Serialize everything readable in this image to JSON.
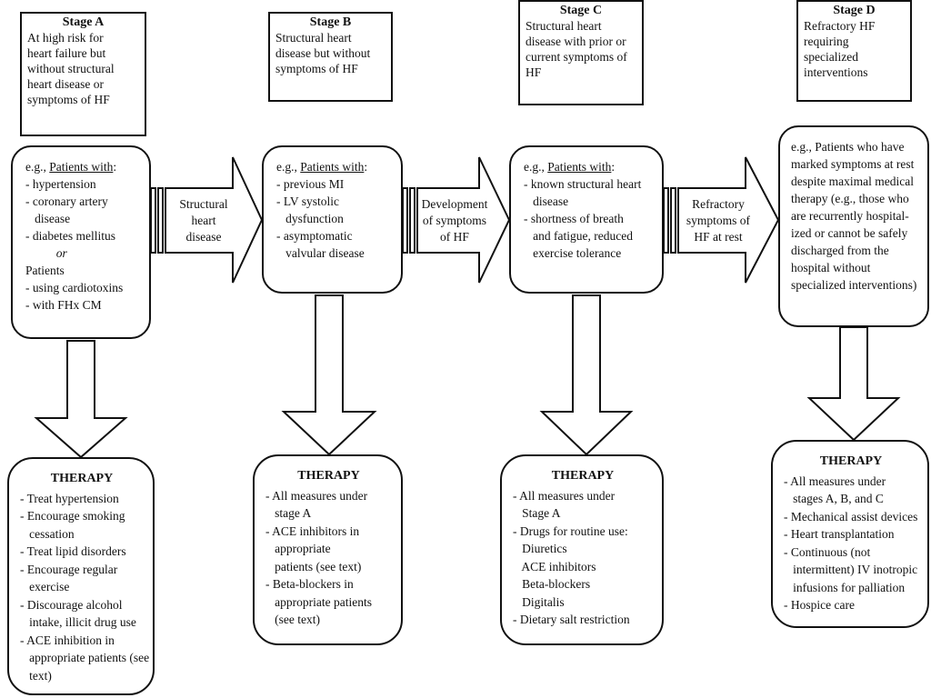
{
  "stages": [
    {
      "title": "Stage A",
      "desc": [
        "At high risk for",
        "heart failure but",
        "without structural",
        "heart disease or",
        "symptoms of HF"
      ],
      "patients": {
        "intro": "e.g., ",
        "underline": "Patients with",
        "suffix": ":",
        "items": [
          "- hypertension",
          "- coronary artery",
          "   disease",
          "- diabetes mellitus",
          "          or",
          "Patients",
          "- using cardiotoxins",
          "- with FHx CM"
        ]
      },
      "therapy": {
        "title": "THERAPY",
        "items": [
          "- Treat hypertension",
          "- Encourage smoking",
          "   cessation",
          "- Treat lipid disorders",
          "- Encourage regular",
          "   exercise",
          "- Discourage alcohol",
          "   intake, illicit drug use",
          "- ACE inhibition in",
          "   appropriate patients (see",
          "   text)"
        ]
      }
    },
    {
      "title": "Stage B",
      "desc": [
        "Structural heart",
        "disease but without",
        "symptoms of HF"
      ],
      "patients": {
        "intro": "e.g., ",
        "underline": "Patients with",
        "suffix": ":",
        "items": [
          "- previous MI",
          "- LV systolic",
          "   dysfunction",
          "- asymptomatic",
          "   valvular disease"
        ]
      },
      "therapy": {
        "title": "THERAPY",
        "items": [
          "- All measures under",
          "   stage A",
          "- ACE inhibitors in",
          "   appropriate",
          "   patients (see text)",
          "- Beta-blockers in",
          "   appropriate patients",
          "   (see text)"
        ]
      }
    },
    {
      "title": "Stage C",
      "desc": [
        "Structural heart",
        "disease with prior or",
        "current symptoms of",
        "HF"
      ],
      "patients": {
        "intro": "e.g., ",
        "underline": "Patients with",
        "suffix": ":",
        "items": [
          "- known structural heart",
          "   disease",
          "- shortness of breath",
          "   and fatigue, reduced",
          "   exercise tolerance"
        ]
      },
      "therapy": {
        "title": "THERAPY",
        "items": [
          "- All measures under",
          "   Stage A",
          "- Drugs for routine use:",
          "   Diuretics",
          "   ACE inhibitors",
          "   Beta-blockers",
          "   Digitalis",
          "- Dietary salt restriction"
        ]
      }
    },
    {
      "title": "Stage D",
      "desc": [
        "Refractory HF",
        "requiring",
        "specialized",
        "interventions"
      ],
      "patients": {
        "lines": [
          "e.g., Patients who have",
          "marked symptoms at rest",
          "despite maximal medical",
          "therapy (e.g., those who",
          "are recurrently hospital-",
          "ized or cannot be safely",
          "discharged from the",
          "hospital without",
          "specialized interventions)"
        ]
      },
      "therapy": {
        "title": "THERAPY",
        "items": [
          "- All measures under",
          "   stages A, B, and C",
          "- Mechanical assist devices",
          "- Heart transplantation",
          "- Continuous (not",
          "   intermittent) IV inotropic",
          "   infusions for palliation",
          "- Hospice care"
        ]
      }
    }
  ],
  "transitions": [
    [
      "Structural",
      "heart",
      "disease"
    ],
    [
      "Development",
      "of symptoms",
      "of HF"
    ],
    [
      "Refractory",
      "symptoms of",
      "HF at rest"
    ]
  ]
}
